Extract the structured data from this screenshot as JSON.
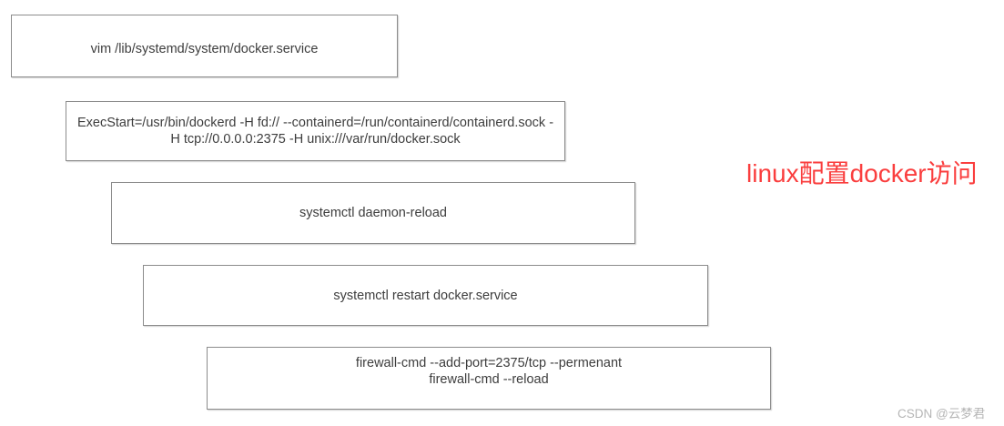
{
  "diagram": {
    "boxes": [
      {
        "name": "edit-docker-service-file",
        "lines": [
          "vim /lib/systemd/system/docker.service"
        ]
      },
      {
        "name": "execstart-configuration",
        "lines": [
          "ExecStart=/usr/bin/dockerd -H fd:// --containerd=/run/containerd/containerd.sock -",
          "H tcp://0.0.0.0:2375 -H unix:///var/run/docker.sock"
        ]
      },
      {
        "name": "daemon-reload",
        "lines": [
          "systemctl daemon-reload"
        ]
      },
      {
        "name": "restart-docker",
        "lines": [
          "systemctl restart docker.service"
        ]
      },
      {
        "name": "firewall-open-port",
        "lines": [
          "firewall-cmd --add-port=2375/tcp --permenant",
          "firewall-cmd --reload"
        ]
      }
    ]
  },
  "annotation": {
    "title": "linux配置docker访问",
    "title_color": "#fa3e3e"
  },
  "watermark": {
    "text": "CSDN @云梦君",
    "color": "#b5b5b5"
  },
  "colors": {
    "background": "#ffffff",
    "box_border": "#8c8c8c",
    "box_text": "#3d3d3d"
  }
}
